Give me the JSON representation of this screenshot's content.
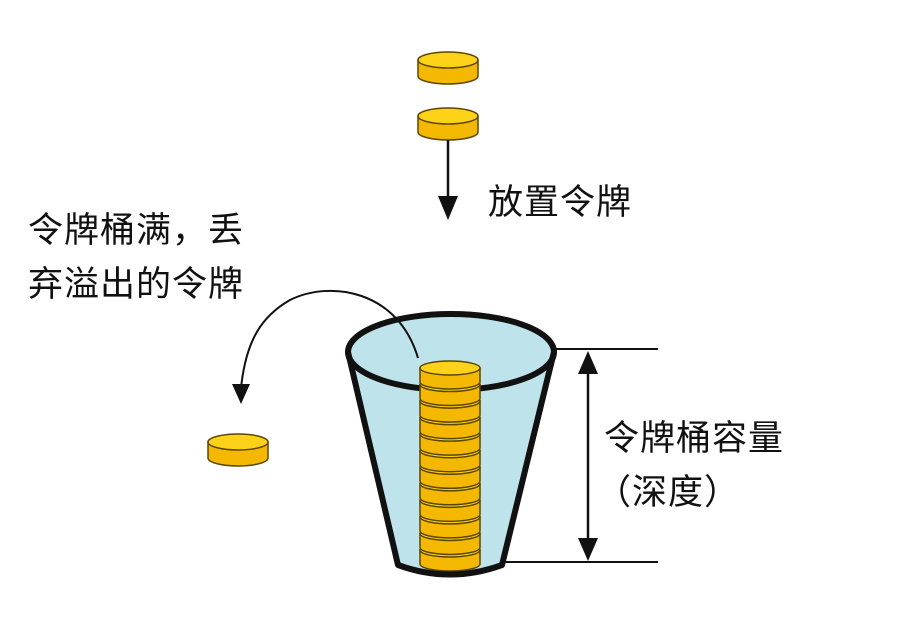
{
  "labels": {
    "place_token": "放置令牌",
    "overflow_line1": "令牌桶满，丢",
    "overflow_line2": "弃溢出的令牌",
    "capacity_line1": "令牌桶容量",
    "capacity_line2": "（深度）"
  },
  "tokens_in_bucket": 12,
  "colors": {
    "token_fill": "#F5B800",
    "token_top": "#FFD21A",
    "token_stroke": "#5A4600",
    "bucket_fill": "#BFE3EA",
    "bucket_stroke": "#111111",
    "arrow": "#111111"
  },
  "icons": {
    "token": "coin-icon",
    "bucket": "bucket-icon"
  }
}
